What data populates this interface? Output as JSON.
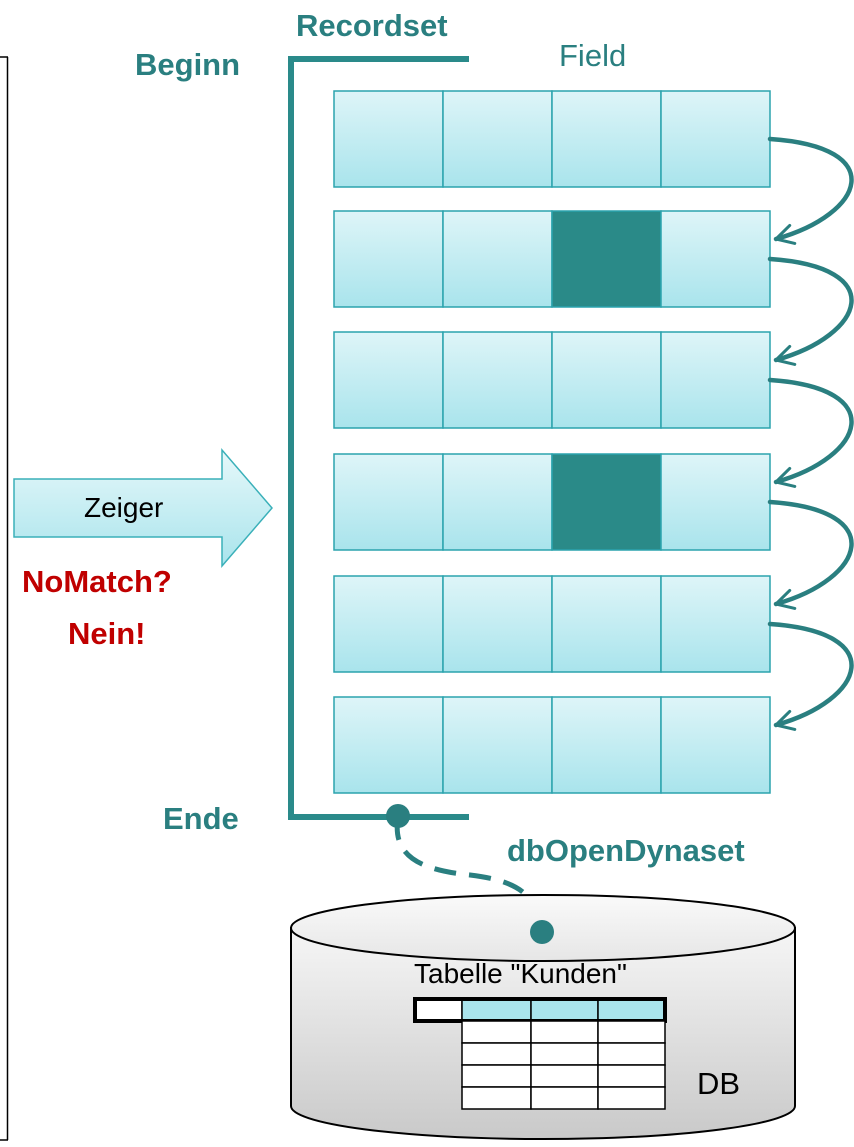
{
  "labels": {
    "recordset": "Recordset",
    "begin": "Beginn",
    "field": "Field",
    "end": "Ende",
    "pointer": "Zeiger",
    "nomatch": "NoMatch?",
    "no": "Nein!",
    "dynaset": "dbOpenDynaset",
    "table_name": "Tabelle \"Kunden\"",
    "db": "DB"
  },
  "recordset": {
    "columns": 4,
    "rows": [
      {
        "highlight_col": null
      },
      {
        "highlight_col": 2
      },
      {
        "highlight_col": null
      },
      {
        "highlight_col": 2
      },
      {
        "highlight_col": null
      },
      {
        "highlight_col": null
      }
    ]
  },
  "table": {
    "header_cells": 4,
    "body_rows": 4,
    "body_cols": 3
  },
  "colors": {
    "teal": "#2a7f80",
    "cell_top": "#def5f8",
    "cell_bottom": "#a9e4ec",
    "cell_border": "#2ba3ad",
    "highlight": "#2a8a88",
    "nomatch_red": "#c00000",
    "db_fill_light": "#f6f6f6",
    "db_fill_dark": "#c9c9c9"
  }
}
